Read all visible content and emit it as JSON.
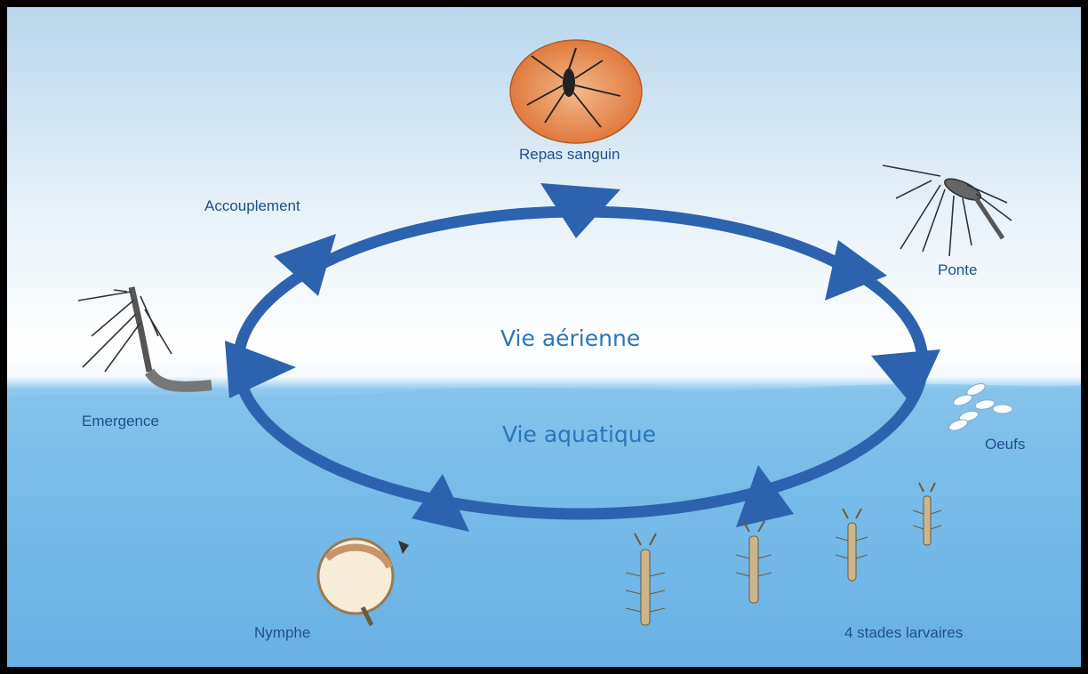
{
  "diagram": {
    "zones": {
      "air": "Vie aérienne",
      "water": "Vie aquatique"
    },
    "stages": {
      "blood_meal": "Repas sanguin",
      "egg_laying": "Ponte",
      "eggs": "Oeufs",
      "larvae": "4 stades larvaires",
      "pupa": "Nymphe",
      "emergence": "Emergence",
      "mating": "Accouplement"
    },
    "colors": {
      "cycle_arrow": "#2d63ae",
      "label_text": "#1f4f8a",
      "zone_text": "#2a76b8",
      "water": "#6fb6e8",
      "sky": "#e6f1f9"
    }
  }
}
